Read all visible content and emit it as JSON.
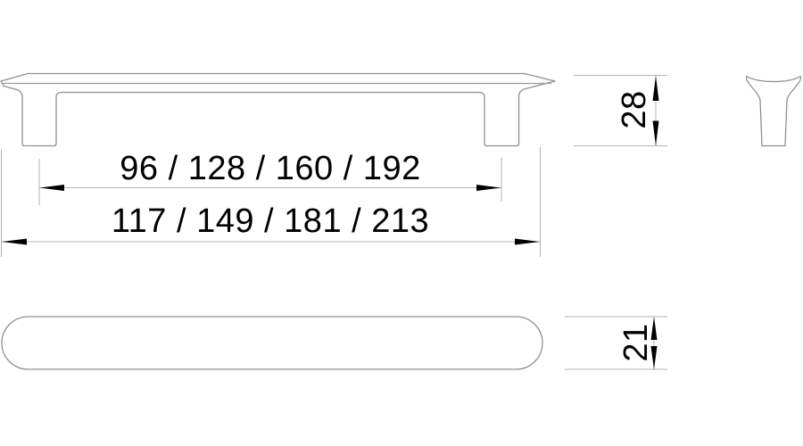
{
  "drawing": {
    "labels": {
      "hole_spacing": "96 / 128 / 160 / 192",
      "overall_length": "117 / 149 / 181 / 213",
      "height": "28",
      "depth": "21"
    },
    "colors": {
      "background": "#ffffff",
      "outline": "#909090",
      "dimension_line": "#b3b3b3",
      "arrow": "#000000",
      "text": "#000000"
    }
  }
}
